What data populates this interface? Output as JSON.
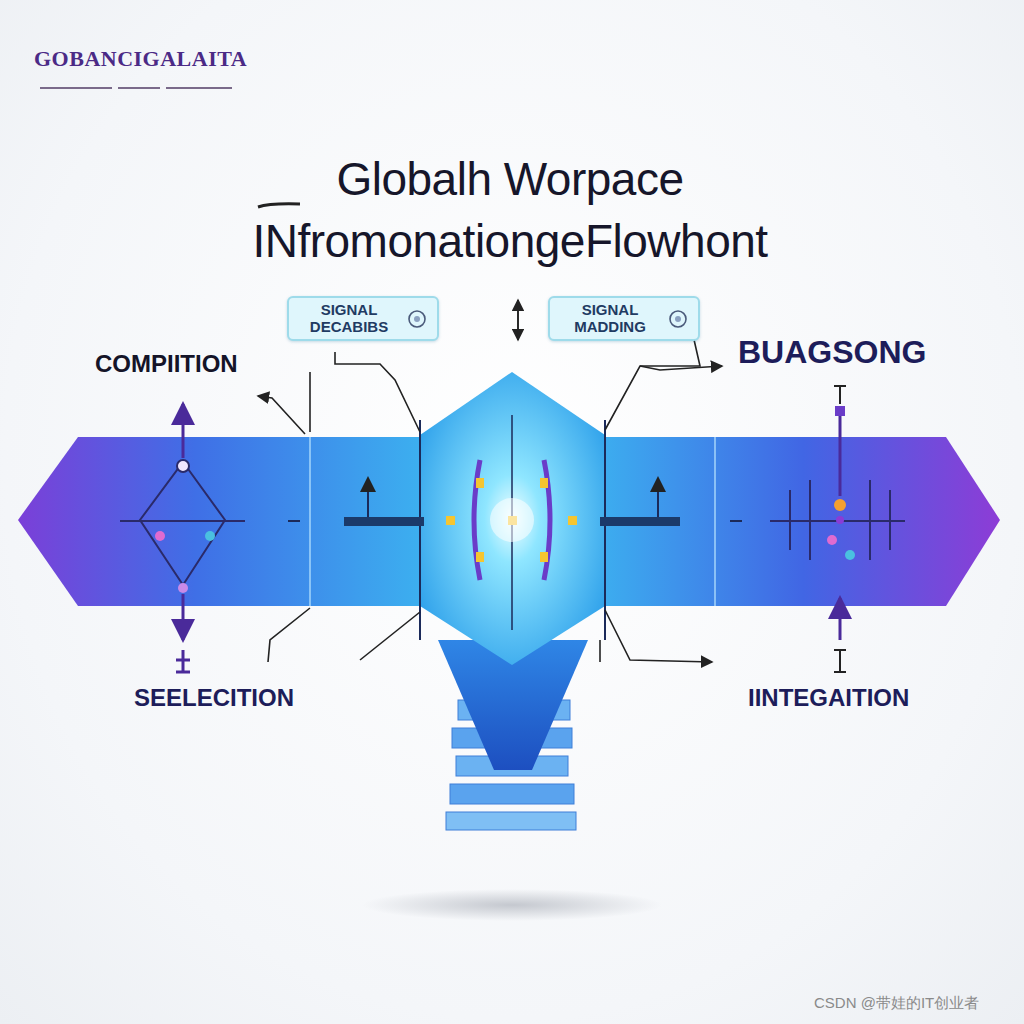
{
  "diagram": {
    "title": "Globalh Worpace INfromonationgeFlowhont",
    "nodes": [
      {
        "text": [
          "SIGNAL DECABIBS"
        ]
      },
      {
        "text": [
          "SIGNAL MADDING"
        ]
      }
    ],
    "labels": [
      "GOBANCIGALAITA",
      "COMPIITION",
      "BUAGSONG",
      "SEELECITION",
      "IINTEGAITION",
      "CSDN @带娃的IT创业者"
    ]
  }
}
